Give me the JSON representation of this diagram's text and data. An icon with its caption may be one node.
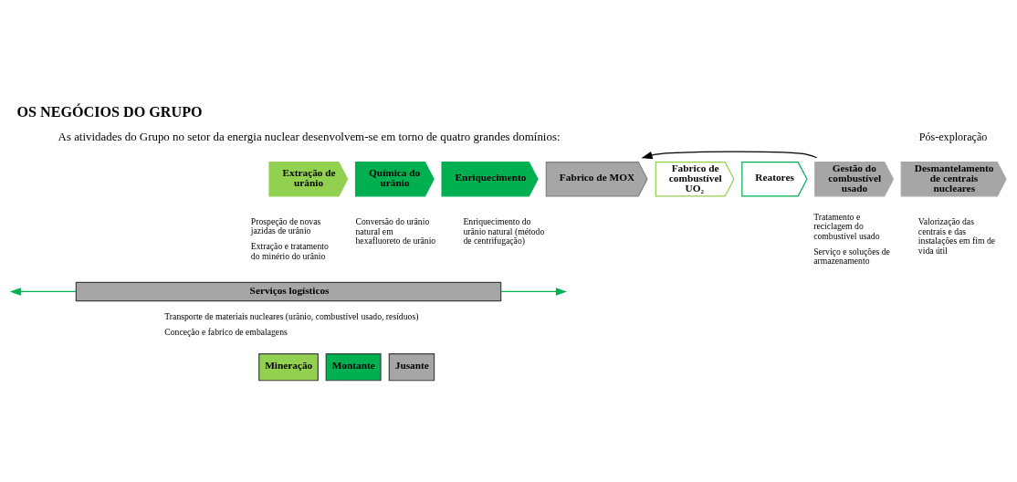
{
  "diagram": {
    "title": "OS NEGÓCIOS DO GRUPO",
    "nodes": [
      {
        "text": [
          "Extração de urânio"
        ],
        "beside": [
          "Prospeção de novas jazidas de urânio",
          "Extração e tratamento do minério do urânio"
        ]
      },
      {
        "text": [
          "Química do urânio"
        ],
        "beside": [
          "Conversão do urânio natural em hexafluoreto de urânio"
        ]
      },
      {
        "text": [
          "Enriquecimento"
        ],
        "beside": [
          "Enriquecimento do urânio natural (método de centrifugação)"
        ]
      },
      {
        "text": [
          "Fabrico de MOX"
        ]
      },
      {
        "text": [
          "Fabrico de combustível UO₂"
        ]
      },
      {
        "text": [
          "Reatores"
        ]
      },
      {
        "text": [
          "Gestão do combustível usado"
        ],
        "beside": [
          "Tratamento e reciclagem do combustível usado",
          "Serviço e soluções de armazenamento"
        ]
      },
      {
        "text": [
          "Desmantelamento de centrais nucleares"
        ],
        "beside": [
          "Valorização das centrais e das instalações em fim de vida útil"
        ]
      },
      {
        "text": [
          "Serviços logísticos"
        ],
        "beside": [
          "Transporte de materiais nucleares (urânio, combustível usado, resíduos)",
          "Conceção e fabrico de embalagens"
        ]
      }
    ],
    "edges": [
      {
        "from": 6,
        "to": 3,
        "arrow": "to",
        "color": "#000000"
      },
      {
        "from": 8,
        "to": null,
        "arrow": "to",
        "color": "#00b050"
      },
      {
        "from": 8,
        "to": null,
        "arrow": "to",
        "color": "#00b050"
      }
    ],
    "labels": [
      "As atividades do Grupo no setor da energia nuclear desenvolvem-se em torno de quatro grandes domínios:",
      "Pós-exploração"
    ],
    "legend": [
      {
        "text": "Mineração",
        "color": "#92d050"
      },
      {
        "text": "Montante",
        "color": "#00b050"
      },
      {
        "text": "Jusante",
        "color": "#a6a6a6"
      }
    ]
  }
}
